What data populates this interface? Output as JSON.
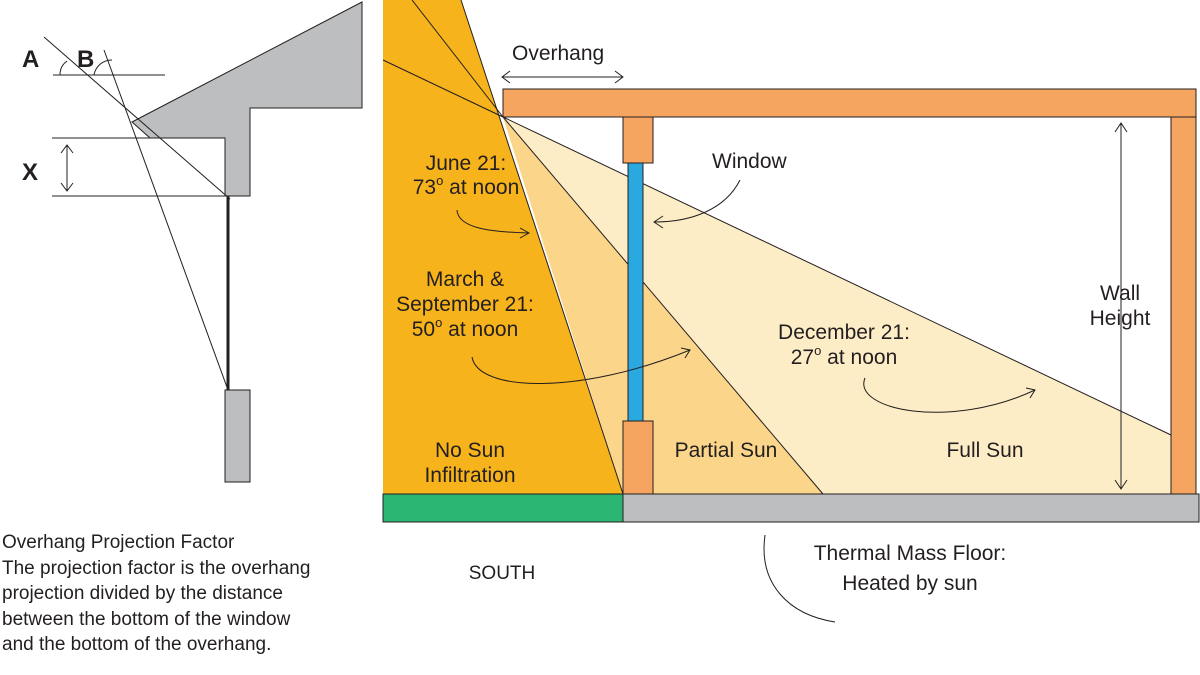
{
  "left_detail": {
    "label_a": "A",
    "label_b": "B",
    "label_x": "X"
  },
  "caption": {
    "title": "Overhang Projection Factor",
    "lines": [
      "The projection factor is the overhang",
      "projection divided by the distance",
      "between the bottom of the window",
      "and the bottom of the overhang."
    ]
  },
  "main": {
    "overhang_label": "Overhang",
    "window_label": "Window",
    "wall_height_label": [
      "Wall",
      "Height"
    ],
    "june": {
      "line1": "June 21:",
      "angle": "73",
      "degree": "o",
      "suffix": " at noon"
    },
    "equinox": {
      "line1": "March &",
      "line2": "September 21:",
      "angle": "50",
      "degree": "o",
      "suffix": " at noon"
    },
    "december": {
      "line1": "December 21:",
      "angle": "27",
      "degree": "o",
      "suffix": " at noon"
    },
    "zones": {
      "no_sun": [
        "No Sun",
        "Infiltration"
      ],
      "partial": "Partial Sun",
      "full": "Full Sun"
    },
    "south_label": "SOUTH",
    "floor_label": [
      "Thermal Mass Floor:",
      "Heated by sun"
    ]
  },
  "colors": {
    "roof_gray": "#bcbec0",
    "dark_orange": "#f6b31b",
    "mid_orange": "#fbd68a",
    "light_orange": "#fdedc7",
    "wall_orange": "#f6a560",
    "window_blue": "#2aa8e0",
    "ground_green": "#2bb673",
    "floor_gray": "#bcbec0"
  }
}
